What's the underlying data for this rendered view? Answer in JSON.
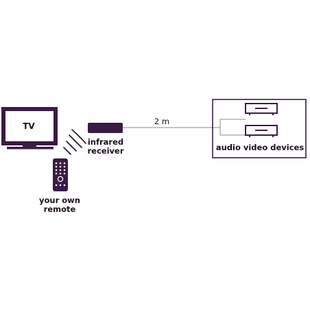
{
  "colors": {
    "accent": "#3b1a45",
    "ink": "#1a0e1c",
    "wire": "#8a8a8a",
    "background": "#ffffff"
  },
  "tv": {
    "label": "TV",
    "icon": "tv-icon"
  },
  "receiver": {
    "line1": "infrared",
    "line2": "receiver",
    "icon": "infrared-receiver-icon"
  },
  "remote": {
    "line1": "your own",
    "line2": "remote",
    "icon": "remote-control-icon"
  },
  "signal": {
    "icon": "infrared-signal-waves-icon"
  },
  "cable": {
    "length_label": "2 m"
  },
  "devices": {
    "label": "audio video devices",
    "count": 2,
    "icon": "av-device-icon"
  }
}
